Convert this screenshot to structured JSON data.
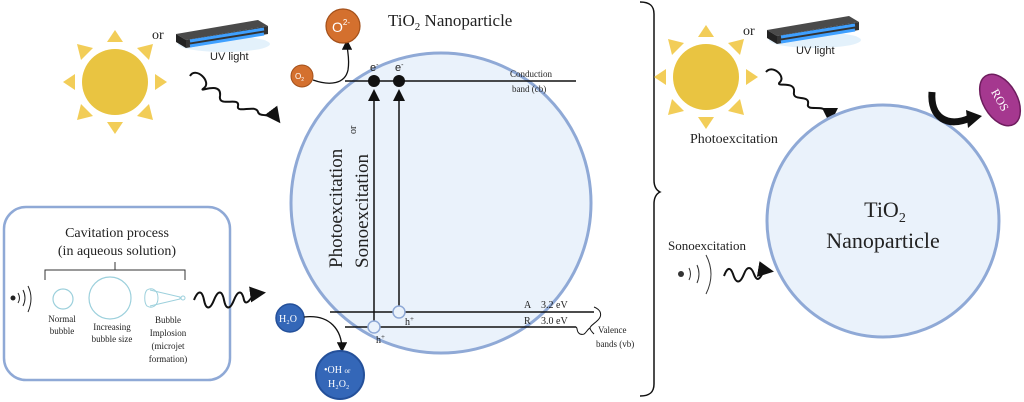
{
  "left_panel": {
    "or_label": "or",
    "uv_label": "UV light",
    "title": "TiO",
    "title_sub": "2",
    "title_rest": " Nanoparticle",
    "o2_label": "O",
    "o2_sub": "2",
    "o2_minus_label": "O",
    "o2_minus_sup": "2-",
    "electron_label": "e",
    "electron_sup": "-",
    "cb_label_line1": "Conduction",
    "cb_label_line2": "band (cb)",
    "excitation_line1": "Photoexcitation",
    "excitation_or": "or",
    "excitation_line2": "Sonoexcitation",
    "hole_label": "h",
    "hole_sup": "+",
    "band_a_label": "A",
    "band_a_value": "3.2 eV",
    "band_r_label": "R",
    "band_r_value": "3.0 eV",
    "vb_label_line1": "Valence",
    "vb_label_line2": "bands (vb)",
    "h2o_label": "H₂O",
    "oh_label_line1": "•OH",
    "oh_label_or": "or",
    "oh_label_line2": "H₂O₂",
    "cavitation": {
      "title_line1": "Cavitation process",
      "title_line2": "(in aqueous solution)",
      "stages": [
        {
          "line1": "Normal",
          "line2": "bubble"
        },
        {
          "line1": "Increasing",
          "line2": "bubble size"
        },
        {
          "line1": "Bubble",
          "line2": "Implosion",
          "line3": "(microjet",
          "line4": "formation)"
        }
      ]
    }
  },
  "right_panel": {
    "or_label": "or",
    "uv_label": "UV light",
    "photo_label": "Photoexcitation",
    "sono_label": "Sonoexcitation",
    "particle_line1": "TiO",
    "particle_line1_sub": "2",
    "particle_line2": "Nanoparticle",
    "ros_label": "ROS"
  },
  "colors": {
    "particle_fill": "#eaf2fb",
    "particle_stroke": "#8fa9d6",
    "sun": "#e9c441",
    "sun_rays": "#f2cd58",
    "o2": "#d4702e",
    "h2o": "#3467b8",
    "ros": "#a5388f"
  }
}
